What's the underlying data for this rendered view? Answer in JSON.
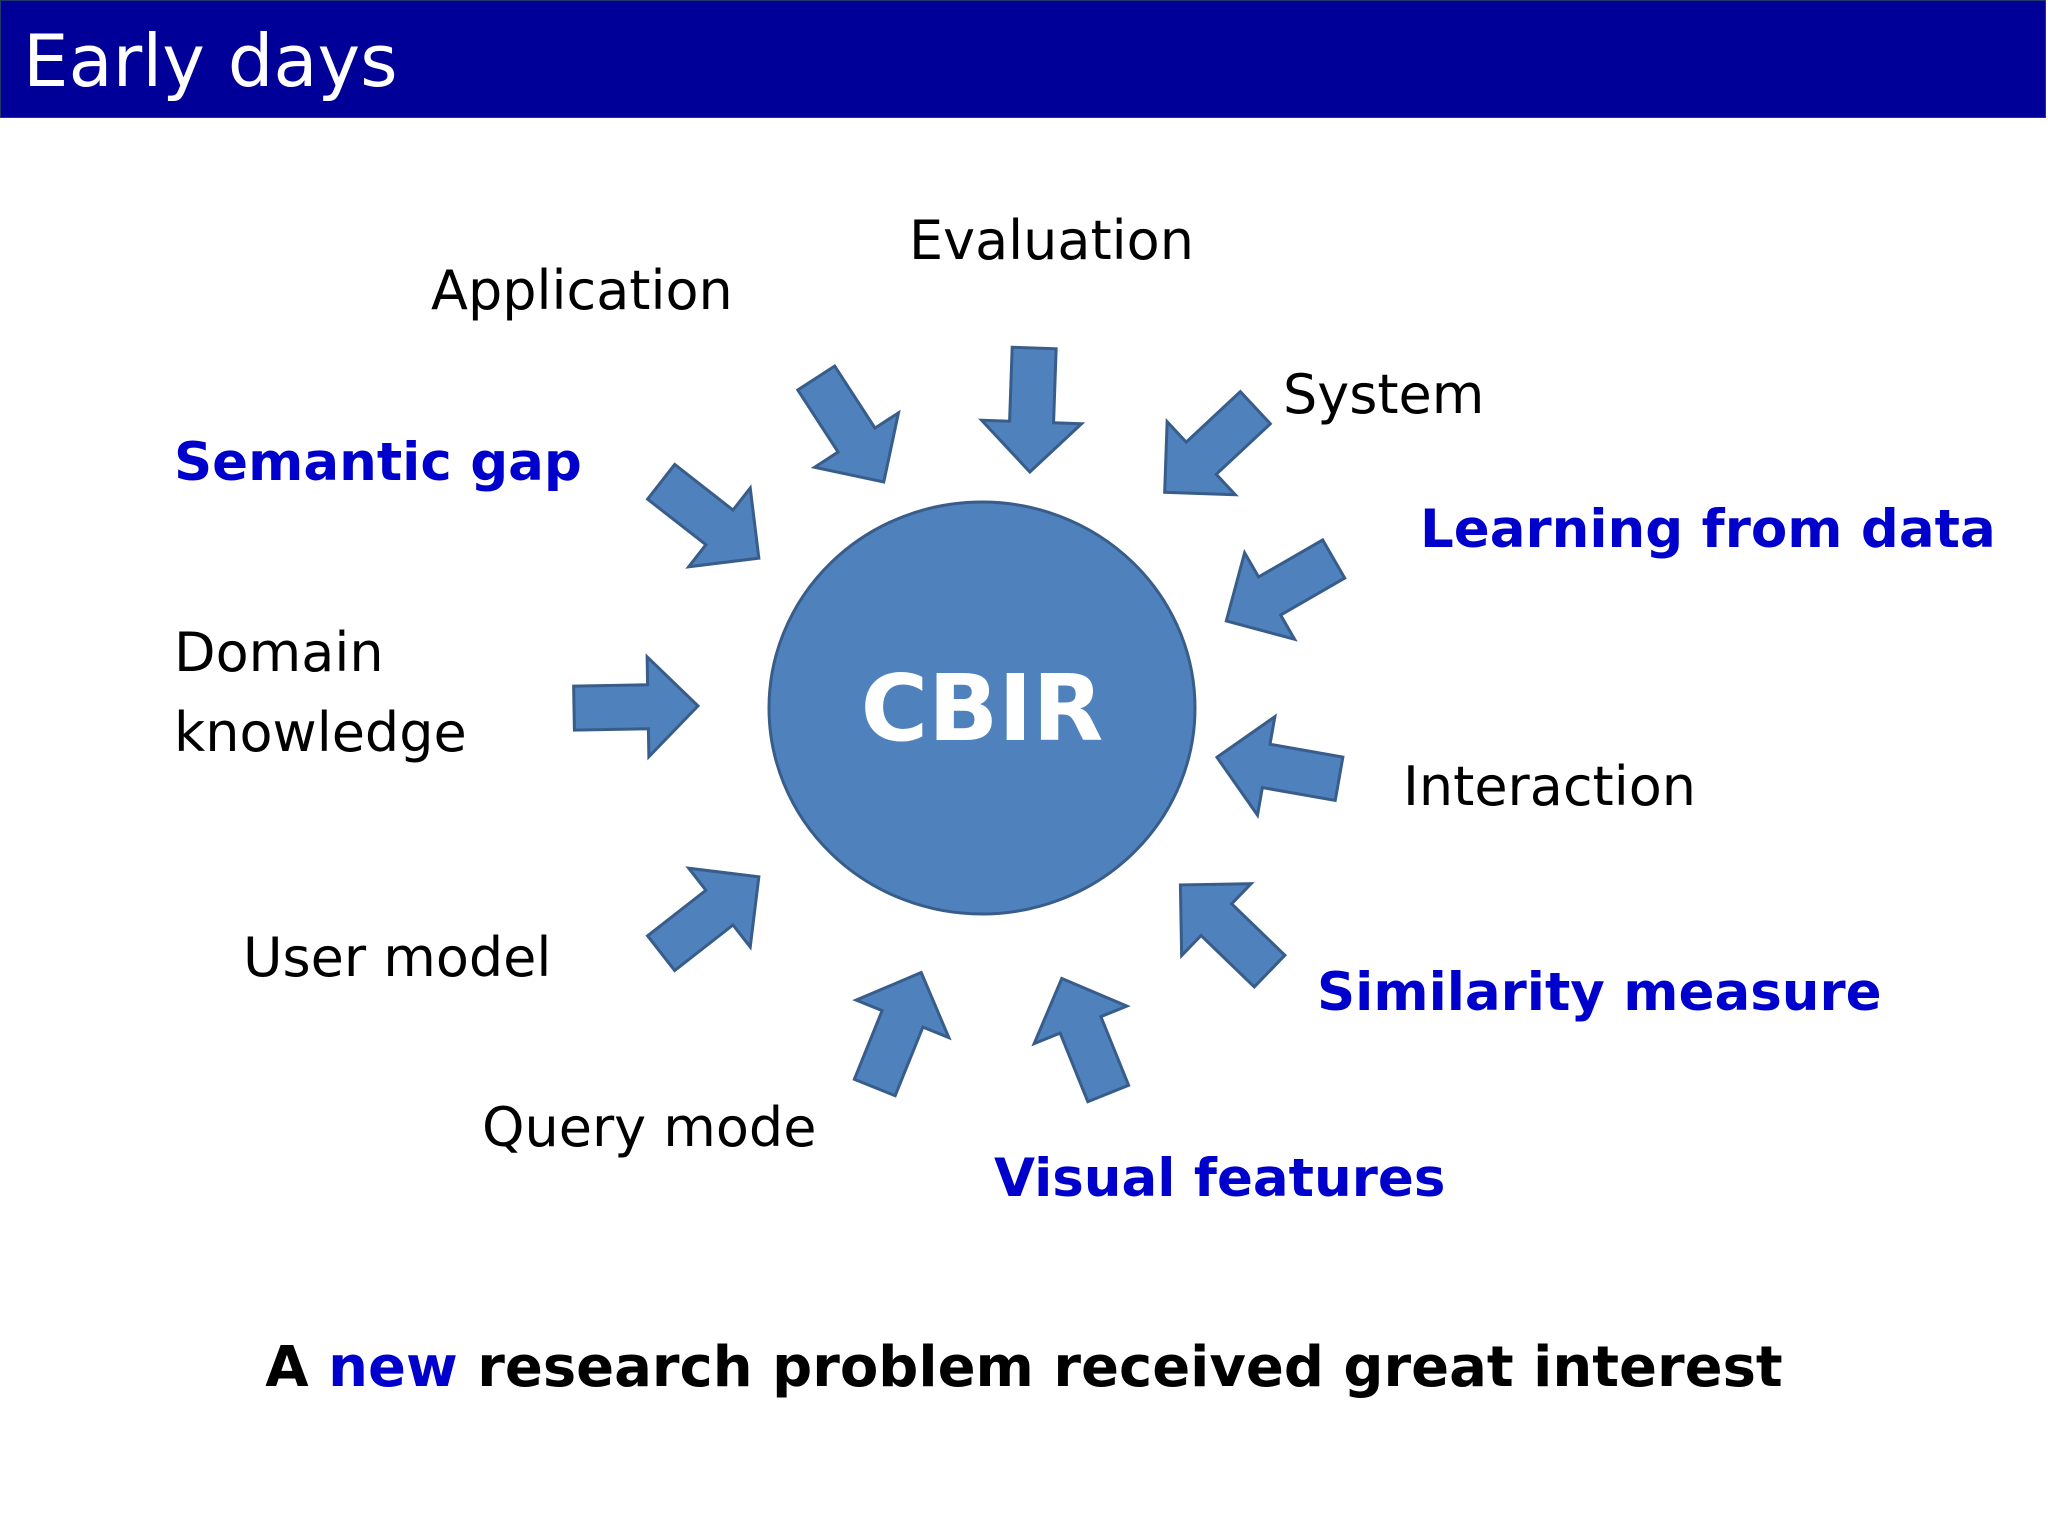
{
  "slide": {
    "title": "Early days",
    "center_label": "CBIR",
    "footer": {
      "prefix": "A",
      "accent": "new",
      "suffix": "research problem received great interest"
    }
  },
  "topics": [
    {
      "id": "evaluation",
      "text": "Evaluation",
      "highlight": false
    },
    {
      "id": "application",
      "text": "Application",
      "highlight": false
    },
    {
      "id": "system",
      "text": "System",
      "highlight": false
    },
    {
      "id": "semantic-gap",
      "text": "Semantic gap",
      "highlight": true
    },
    {
      "id": "learning-from-data",
      "text": "Learning from data",
      "highlight": true
    },
    {
      "id": "domain-knowledge-1",
      "text": "Domain",
      "highlight": false
    },
    {
      "id": "domain-knowledge-2",
      "text": "knowledge",
      "highlight": false
    },
    {
      "id": "interaction",
      "text": "Interaction",
      "highlight": false
    },
    {
      "id": "user-model",
      "text": "User model",
      "highlight": false
    },
    {
      "id": "similarity-measure",
      "text": "Similarity measure",
      "highlight": true
    },
    {
      "id": "query-mode",
      "text": "Query mode",
      "highlight": false
    },
    {
      "id": "visual-features",
      "text": "Visual features",
      "highlight": true
    }
  ],
  "colors": {
    "title_bar": "#000099",
    "circle_fill": "#4f81bd",
    "arrow_fill": "#4f81bd",
    "outline": "#385d8a",
    "highlight_text": "#0000cc"
  }
}
